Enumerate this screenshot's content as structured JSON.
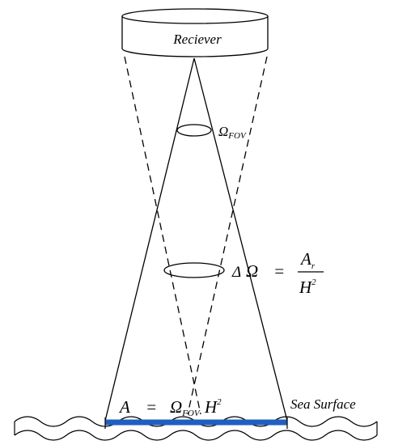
{
  "receiver": {
    "label": "Reciever"
  },
  "fov_solid_angle": {
    "symbol": "Ω",
    "subscript": "FOV"
  },
  "delta_omega": {
    "delta": "Δ",
    "omega": "Ω",
    "equals": "=",
    "numerator": "A",
    "numerator_subscript": "r",
    "denominator": "H",
    "denominator_superscript": "2"
  },
  "footprint_area": {
    "lhs": "A",
    "equals": "=",
    "omega": "Ω",
    "subscript": "FOV",
    "h": "H",
    "superscript": "2"
  },
  "sea_surface": {
    "label": "Sea Surface"
  },
  "colors": {
    "footprint": "#1f5fbf",
    "ink": "#000000"
  }
}
